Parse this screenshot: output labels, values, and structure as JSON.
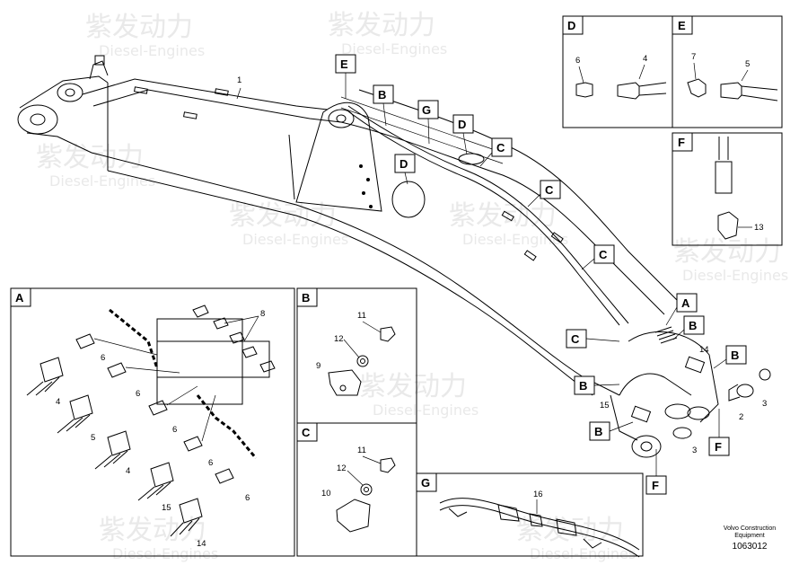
{
  "watermark": {
    "cn": "紫发动力",
    "en": "Diesel-Engines"
  },
  "callouts_main": {
    "E": "E",
    "B": "B",
    "G": "G",
    "D": "D",
    "C": "C",
    "A": "A",
    "F": "F"
  },
  "part_numbers": {
    "p1": "1",
    "p2": "2",
    "p3": "3",
    "p4": "4",
    "p5": "5",
    "p6": "6",
    "p7": "7",
    "p8": "8",
    "p9": "9",
    "p10": "10",
    "p11": "11",
    "p12": "12",
    "p13": "13",
    "p14": "14",
    "p15": "15",
    "p16": "16"
  },
  "panels": {
    "A": "A",
    "B": "B",
    "C": "C",
    "D": "D",
    "E": "E",
    "F": "F",
    "G": "G"
  },
  "footer": {
    "brand_line1": "Volvo Construction",
    "brand_line2": "Equipment",
    "doc_number": "1063012"
  }
}
